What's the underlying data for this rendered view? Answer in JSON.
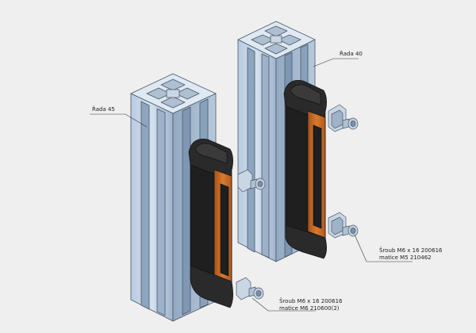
{
  "callouts": {
    "rada45": "Řada 45",
    "rada40": "Řada 40",
    "screw_right_line1": "Šroub M6 x 16 200616",
    "screw_right_line2": "matice M5 210462",
    "screw_bottom_line1": "Šroub M6 x 16 200616",
    "screw_bottom_line2": "matice M6 210600(2)"
  },
  "colors": {
    "background": "#efefef",
    "profile_light": "#c9d9ea",
    "profile_mid": "#a9bdd3",
    "profile_dark": "#8da4bf",
    "profile_edge": "#4b5866",
    "handle_black": "#1c1c1c",
    "handle_orange": "#c4641e",
    "screw_grey": "#b9c8d8"
  }
}
